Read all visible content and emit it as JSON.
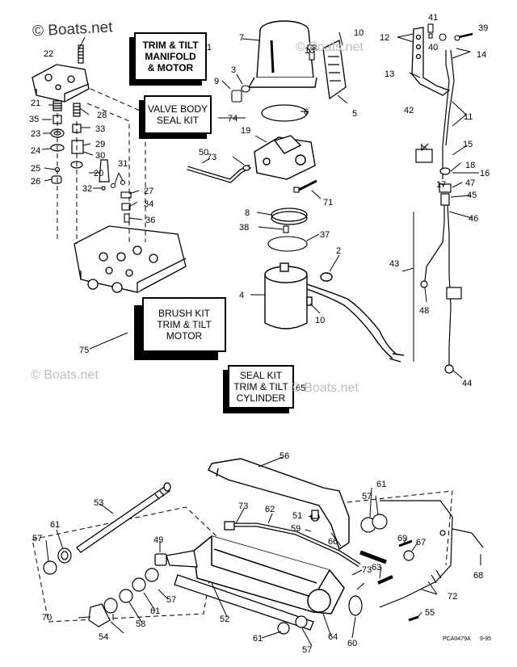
{
  "watermark": {
    "text": "© Boats.net"
  },
  "kits": [
    {
      "name": "kit-trim-tilt-manifold-motor",
      "lines": [
        "TRIM & TILT",
        "MANIFOLD",
        "& MOTOR"
      ]
    },
    {
      "name": "kit-valve-body-seal",
      "lines": [
        "VALVE BODY",
        "SEAL KIT"
      ]
    },
    {
      "name": "kit-brush-trim-tilt-motor",
      "lines": [
        "BRUSH KIT",
        "TRIM & TILT",
        "MOTOR"
      ]
    },
    {
      "name": "kit-seal-trim-tilt-cylinder",
      "lines": [
        "SEAL KIT",
        "TRIM & TILT",
        "CYLINDER"
      ]
    }
  ],
  "callouts": [
    "1",
    "2",
    "3",
    "4",
    "5",
    "6",
    "7",
    "8",
    "9",
    "10",
    "10",
    "10",
    "11",
    "12",
    "13",
    "14",
    "15",
    "16",
    "17",
    "18",
    "19",
    "20",
    "21",
    "22",
    "23",
    "24",
    "25",
    "26",
    "27",
    "28",
    "29",
    "30",
    "31",
    "32",
    "33",
    "34",
    "35",
    "36",
    "37",
    "38",
    "39",
    "40",
    "41",
    "42",
    "43",
    "44",
    "45",
    "46",
    "47",
    "48",
    "49",
    "50",
    "51",
    "52",
    "53",
    "54",
    "55",
    "56",
    "57",
    "57",
    "57",
    "57",
    "58",
    "59",
    "60",
    "61",
    "61",
    "61",
    "61",
    "62",
    "63",
    "64",
    "65",
    "66",
    "67",
    "68",
    "69",
    "70",
    "71",
    "72",
    "73",
    "73",
    "73",
    "74",
    "75"
  ],
  "footer": {
    "code": "PCA0479A",
    "date": "9-95"
  }
}
